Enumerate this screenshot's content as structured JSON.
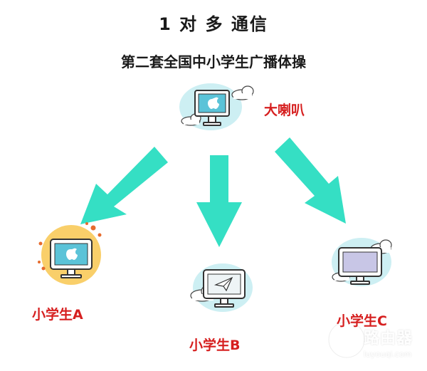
{
  "title": "1 对 多 通信",
  "subtitle": "第二套全国中小学生广播体操",
  "nodes": {
    "speaker": {
      "label": "大喇叭"
    },
    "student_a": {
      "label": "小学生A"
    },
    "student_b": {
      "label": "小学生B"
    },
    "student_c": {
      "label": "小学生C"
    }
  },
  "watermark": {
    "text": "路由器",
    "url": "luyouqi.com"
  },
  "colors": {
    "arrow": "#35dfc4",
    "label": "#d61f1f",
    "cloud": "#cdeff3",
    "monitor_screen": "#5bc3d8",
    "highlight_circle": "#f9cf6a"
  }
}
